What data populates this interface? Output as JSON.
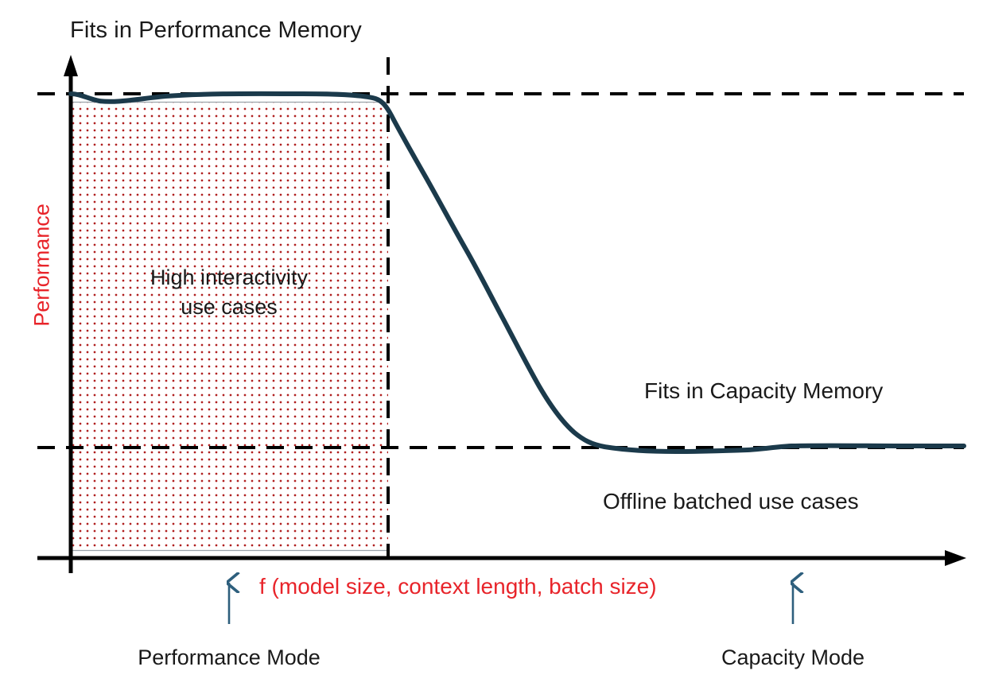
{
  "chart_data": {
    "type": "line",
    "title": "Fits in Performance Memory",
    "xlabel": "f (model size, context length, batch size)",
    "ylabel": "Performance",
    "grid": false,
    "legend_position": "none",
    "axis_style": "arrow-axes, unlabeled qualitative scale",
    "xlim": [
      0,
      100
    ],
    "ylim": [
      0,
      100
    ],
    "series": [
      {
        "name": "Performance vs. workload size",
        "color": "#1b3a4b",
        "x": [
          0,
          3.2,
          6.5,
          11,
          17,
          23,
          30,
          35.6,
          38,
          41,
          44,
          47,
          50,
          53,
          56,
          58.8,
          61,
          64,
          67,
          70,
          73,
          76,
          80,
          84,
          88,
          92,
          96,
          100
        ],
        "y": [
          100,
          98.4,
          97.8,
          98.2,
          98.8,
          99.2,
          99.4,
          99.2,
          94.7,
          89.5,
          84.0,
          78.0,
          71.5,
          64.0,
          56.0,
          48.5,
          42.0,
          33.0,
          26.0,
          21.5,
          19.5,
          18.8,
          18.4,
          18.3,
          18.6,
          19.6,
          19.5,
          19.6
        ]
      }
    ],
    "reference_lines": [
      {
        "name": "performance-memory-ceiling",
        "orientation": "horizontal",
        "y": 100,
        "style": "dashed",
        "color": "#000000"
      },
      {
        "name": "capacity-memory-floor",
        "orientation": "horizontal",
        "y": 19.5,
        "style": "dashed",
        "color": "#000000"
      },
      {
        "name": "performance-memory-limit",
        "orientation": "vertical",
        "x": 35.6,
        "style": "dashed",
        "color": "#000000"
      }
    ],
    "shaded_regions": [
      {
        "name": "high-interactivity-region",
        "x_range": [
          0,
          35.6
        ],
        "y_range": [
          0,
          100
        ],
        "fill": "dotted",
        "fill_color": "#b02020",
        "label": "High interactivity use cases"
      }
    ],
    "annotations": [
      {
        "name": "title",
        "text": "Fits in Performance Memory",
        "x": 0,
        "y": 108
      },
      {
        "name": "region-label-line-1",
        "text": "High interactivity",
        "x": 17.8,
        "y": 57
      },
      {
        "name": "region-label-line-2",
        "text": "use cases",
        "x": 17.8,
        "y": 52
      },
      {
        "name": "capacity-memory-label",
        "text": "Fits in Capacity Memory",
        "x": 66,
        "y": 32
      },
      {
        "name": "offline-batched-label",
        "text": "Offline batched use cases",
        "x": 62,
        "y": 12
      },
      {
        "name": "performance-mode-marker",
        "text": "Performance Mode",
        "x": 17.8,
        "y": -18
      },
      {
        "name": "capacity-mode-marker",
        "text": "Capacity Mode",
        "x": 80.8,
        "y": -18
      }
    ]
  },
  "chart": {
    "title": "Fits in Performance Memory",
    "y_axis_label": "Performance",
    "x_axis_label": "f (model size, context length, batch size)",
    "region_label_line1": "High interactivity",
    "region_label_line2": "use cases",
    "capacity_memory_label": "Fits in Capacity Memory",
    "offline_batched_label": "Offline batched use cases",
    "performance_mode_label": "Performance Mode",
    "capacity_mode_label": "Capacity Mode"
  },
  "colors": {
    "accent_red": "#e8242a",
    "curve": "#1b3a4b",
    "arrow_marker": "#2e5f7d",
    "axis": "#000000",
    "hatch_dot": "#b02020",
    "text": "#1a1a1a",
    "background": "#ffffff"
  }
}
